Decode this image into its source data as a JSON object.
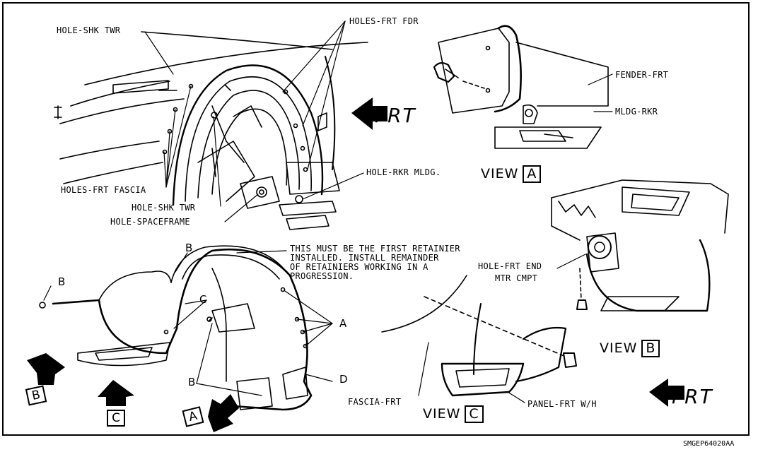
{
  "labels": {
    "hole_shk_twr_top": "HOLE-SHK TWR",
    "holes_frt_fdr": "HOLES-FRT FDR",
    "holes_frt_fascia": "HOLES-FRT FASCIA",
    "hole_shk_twr_bottom": "HOLE-SHK TWR",
    "hole_spaceframe": "HOLE-SPACEFRAME",
    "hole_rkr_mldg": "HOLE-RKR MLDG.",
    "fender_frt": "FENDER-FRT",
    "mldg_rkr": "MLDG-RKR",
    "hole_frt_end_line1": "HOLE-FRT END",
    "hole_frt_end_line2": "MTR CMPT",
    "fascia_frt": "FASCIA-FRT",
    "panel_frt_wh": "PANEL-FRT W/H"
  },
  "note": {
    "line1": "THIS MUST BE THE FIRST RETAINIER",
    "line2": "INSTALLED. INSTALL REMAINDER",
    "line3": "OF RETAINIERS WORKING IN A",
    "line4": "PROGRESSION."
  },
  "letters": {
    "b_top": "B",
    "b_left": "B",
    "c_mid": "C",
    "a_right": "A",
    "b_bottom": "B",
    "d": "D"
  },
  "views": {
    "a_word": "VIEW",
    "a_letter": "A",
    "b_word": "VIEW",
    "b_letter": "B",
    "c_word": "VIEW",
    "c_letter": "C"
  },
  "direction": {
    "frt_top": "FRT",
    "frt_bottom": "FRT"
  },
  "arrow_boxes": {
    "b": "B",
    "c": "C",
    "a": "A"
  },
  "figure_code": "SMGEP64020AA"
}
